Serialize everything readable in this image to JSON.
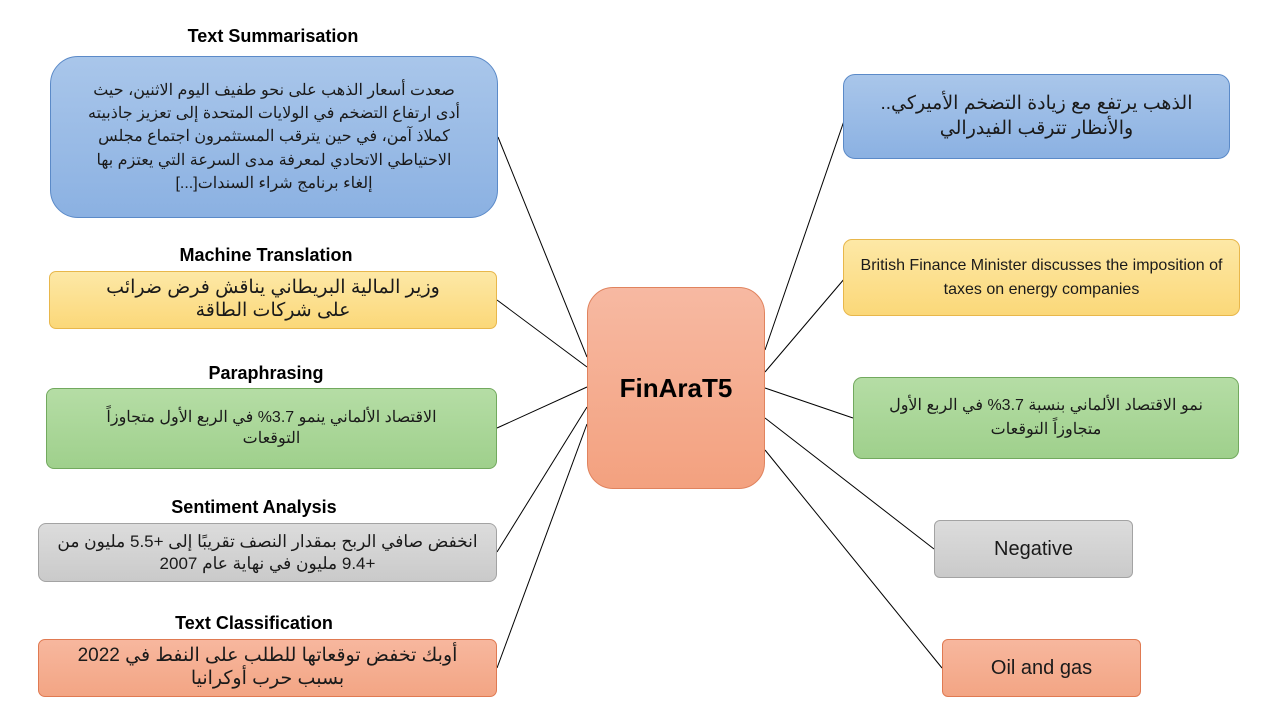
{
  "center_label": "FinAraT5",
  "tasks": {
    "summarisation": {
      "title": "Text Summarisation",
      "input": "صعدت أسعار الذهب على نحو طفيف اليوم الاثنين، حيث أدى ارتفاع التضخم في الولايات المتحدة إلى تعزيز جاذبيته كملاذ آمن، في حين يترقب المستثمرون اجتماع مجلس الاحتياطي الاتحادي لمعرفة مدى السرعة التي يعتزم بها إلغاء برنامج شراء السندات[...]",
      "output": "الذهب يرتفع مع زيادة التضخم الأميركي.. والأنظار تترقب الفيدرالي"
    },
    "translation": {
      "title": "Machine Translation",
      "input": "وزير المالية البريطاني يناقش فرض ضرائب على شركات الطاقة",
      "output": "British Finance Minister discusses the imposition of taxes on energy companies"
    },
    "paraphrasing": {
      "title": "Paraphrasing",
      "input": "الاقتصاد الألماني ينمو 3.7%  في الربع الأول متجاوزاً التوقعات",
      "output": "نمو الاقتصاد الألماني بنسبة 3.7%  في الربع الأول متجاوزاً التوقعات"
    },
    "sentiment": {
      "title": "Sentiment Analysis",
      "input": "انخفض صافي الربح بمقدار النصف تقريبًا إلى +5.5 مليون من +9.4 مليون في نهاية عام 2007",
      "output": "Negative"
    },
    "classification": {
      "title": "Text Classification",
      "input": "أوبك تخفض توقعاتها للطلب على النفط في 2022 بسبب حرب أوكرانيا",
      "output": "Oil and gas"
    }
  },
  "colors": {
    "summarisation": "#8bb1e2",
    "translation": "#fbd879",
    "paraphrasing": "#9fd08c",
    "sentiment": "#cacaca",
    "classification": "#f3a584",
    "center": "#f3a17f",
    "connector": "#000000"
  }
}
